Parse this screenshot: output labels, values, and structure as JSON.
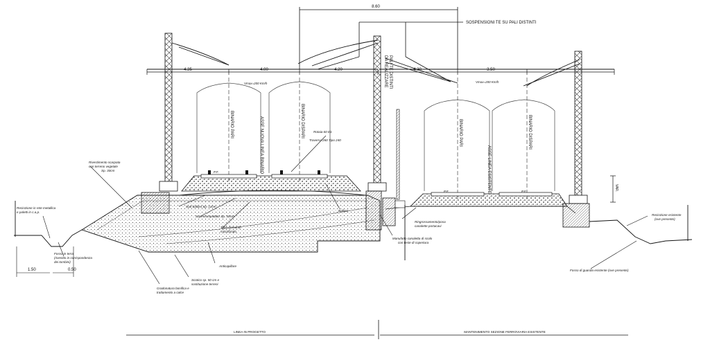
{
  "dimensions": {
    "top_total": "8.60",
    "spacings": [
      "4.35",
      "4.00",
      "4.20",
      "4.30",
      "3.50"
    ],
    "left_bottom": "1.50",
    "left_bottom_small": "0.50",
    "var": "VAR."
  },
  "labels": {
    "suspension": "SOSPENSIONI TE SU PALI DISTINTI",
    "pali_distinti": "PALI TE DISTINTI\nDA REALIZZARE",
    "binario_pari": "BINARIO PARI",
    "binario_dispari": "BINARIO DISPARI",
    "asse_nuova_linea": "ASSE NUOVA LINEA BINARIO",
    "binario_pari_existing": "BINARIO PARI",
    "asse_linea_esistente": "ASSE LINEA ESISTENTE",
    "binario_dispari_existing": "BINARIO DISPARI",
    "vmax_left": "Vmax=200 Km/h",
    "vmax_right": "Vmax=200 Km/h",
    "rotaia": "Rotaia 60 E1",
    "traversa": "Traversa 260 Tipo 240",
    "rivestimento": "Rivestimento scarpata\ncon terreno vegetale\nSp. 30cm",
    "recinzione_left": "Recinzione in rete metallica\ne paletti in c.a.p.",
    "fosso": "Fosso in terra\n(rivestito in corrispondenza\ndei tombini)",
    "sub_ballast": "Sub-ballast Sp. 12cm",
    "supercompattato": "Supercompattato Sp. 30cm",
    "tubo_drenante": "Tubo drenante\nmicroforato",
    "ballast": "Ballast",
    "anticapillare": "Anticapillare",
    "gradonatura": "Gradonatura bonifica e\ntrattamento a calce",
    "scotico": "Scotico sp. 50 cm e\nsostituzione terreni",
    "ringrossamento": "Ringrossamento/posa\ncanalette portacavi",
    "manufatto": "Manufatto canaletta di scolo\ncon teste di copertura",
    "recinzione_right": "Recinzione esistente\n(ove presente)",
    "fosso_guardia": "Fosso di guardia esistente (ove presente)",
    "linea_progetto": "LINEA IN PROGETTO",
    "mantenimento": "MANTENIMENTO SEZIONE FERROVIARIA ESISTENTE",
    "p_f_left": "P.F.",
    "p_f_right": "P.F.",
    "p_f_right2": "P.F."
  }
}
